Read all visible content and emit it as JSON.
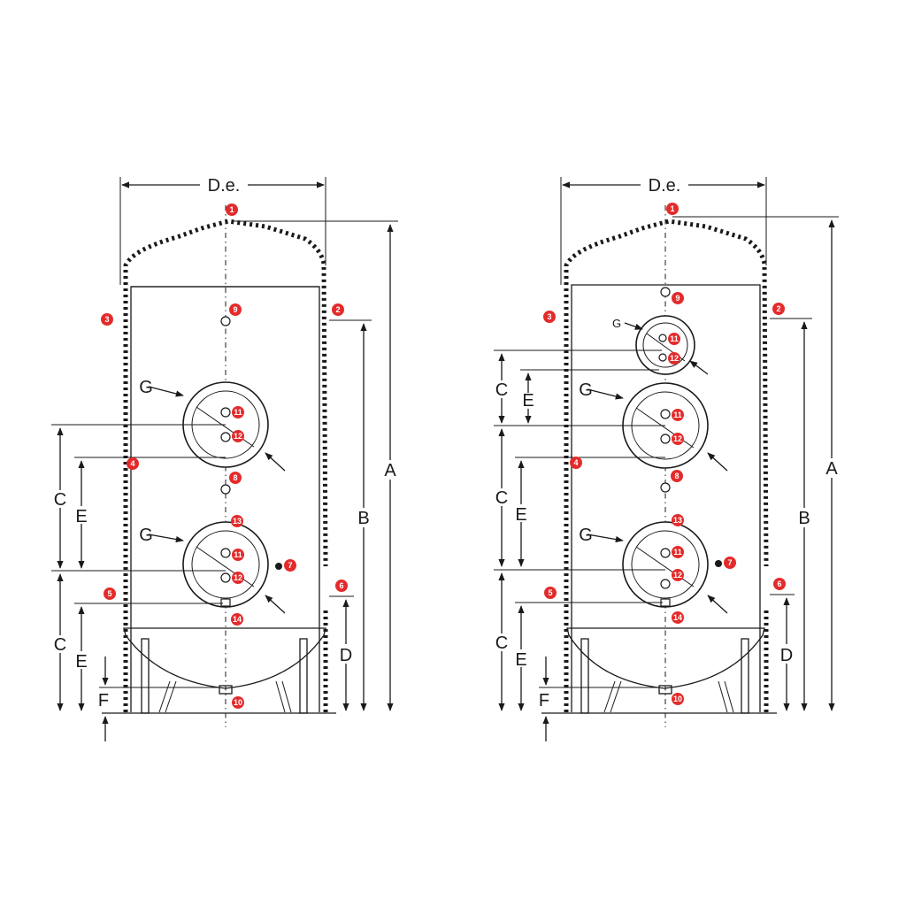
{
  "diagrams": [
    {
      "id": "single-coil",
      "dimension_labels": {
        "de": "D.e.",
        "a": "A",
        "b": "B",
        "c": "C",
        "d": "D",
        "e": "E",
        "f": "F",
        "g": "G"
      },
      "connection_numbers": [
        "1",
        "2",
        "3",
        "4",
        "5",
        "6",
        "7",
        "8",
        "9",
        "10",
        "11",
        "12",
        "13",
        "14"
      ]
    },
    {
      "id": "double-coil",
      "dimension_labels": {
        "de": "D.e.",
        "a": "A",
        "b": "B",
        "c": "C",
        "d": "D",
        "e": "E",
        "f": "F",
        "g": "G"
      },
      "connection_numbers": [
        "1",
        "2",
        "3",
        "4",
        "5",
        "6",
        "7",
        "8",
        "9",
        "10",
        "11",
        "12",
        "13",
        "14"
      ]
    }
  ],
  "colors": {
    "badge": "#e32b2b",
    "line": "#1a1a1a",
    "background": "#ffffff"
  }
}
